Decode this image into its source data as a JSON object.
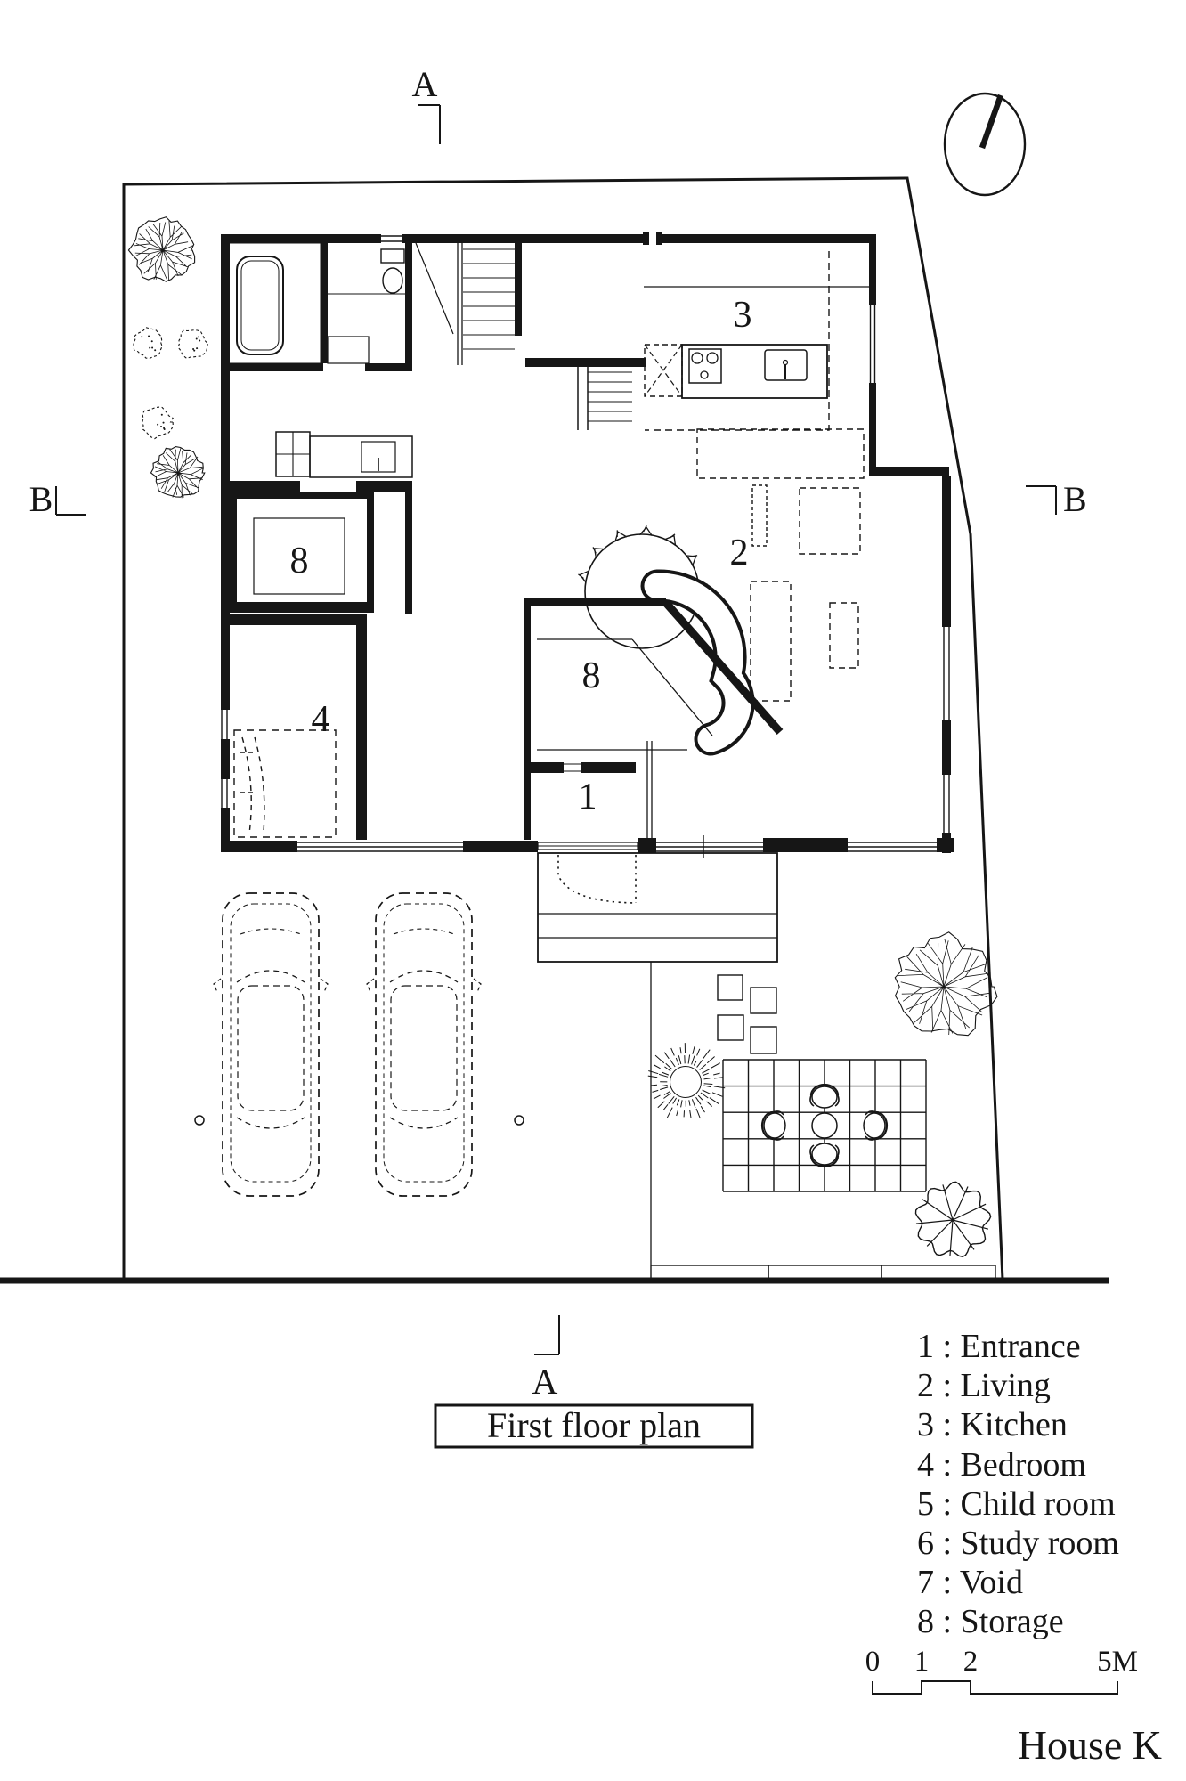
{
  "drawing": {
    "title_block_label": "First floor plan",
    "project_name": "House K"
  },
  "section_markers": {
    "a_top": "A",
    "a_bottom": "A",
    "b_left": "B",
    "b_right": "B"
  },
  "room_labels": [
    {
      "num": "3"
    },
    {
      "num": "2"
    },
    {
      "num": "8"
    },
    {
      "num": "8"
    },
    {
      "num": "4"
    },
    {
      "num": "1"
    }
  ],
  "legend": {
    "items": [
      {
        "text": "1 : Entrance"
      },
      {
        "text": "2 : Living"
      },
      {
        "text": "3 : Kitchen"
      },
      {
        "text": "4 : Bedroom"
      },
      {
        "text": "5 : Child room"
      },
      {
        "text": "6 : Study room"
      },
      {
        "text": "7 : Void"
      },
      {
        "text": "8 : Storage"
      }
    ]
  },
  "scale_bar": {
    "t0": "0",
    "t1": "1",
    "t2": "2",
    "t5": "5M"
  },
  "colors": {
    "ink": "#161616",
    "paper": "#ffffff"
  }
}
